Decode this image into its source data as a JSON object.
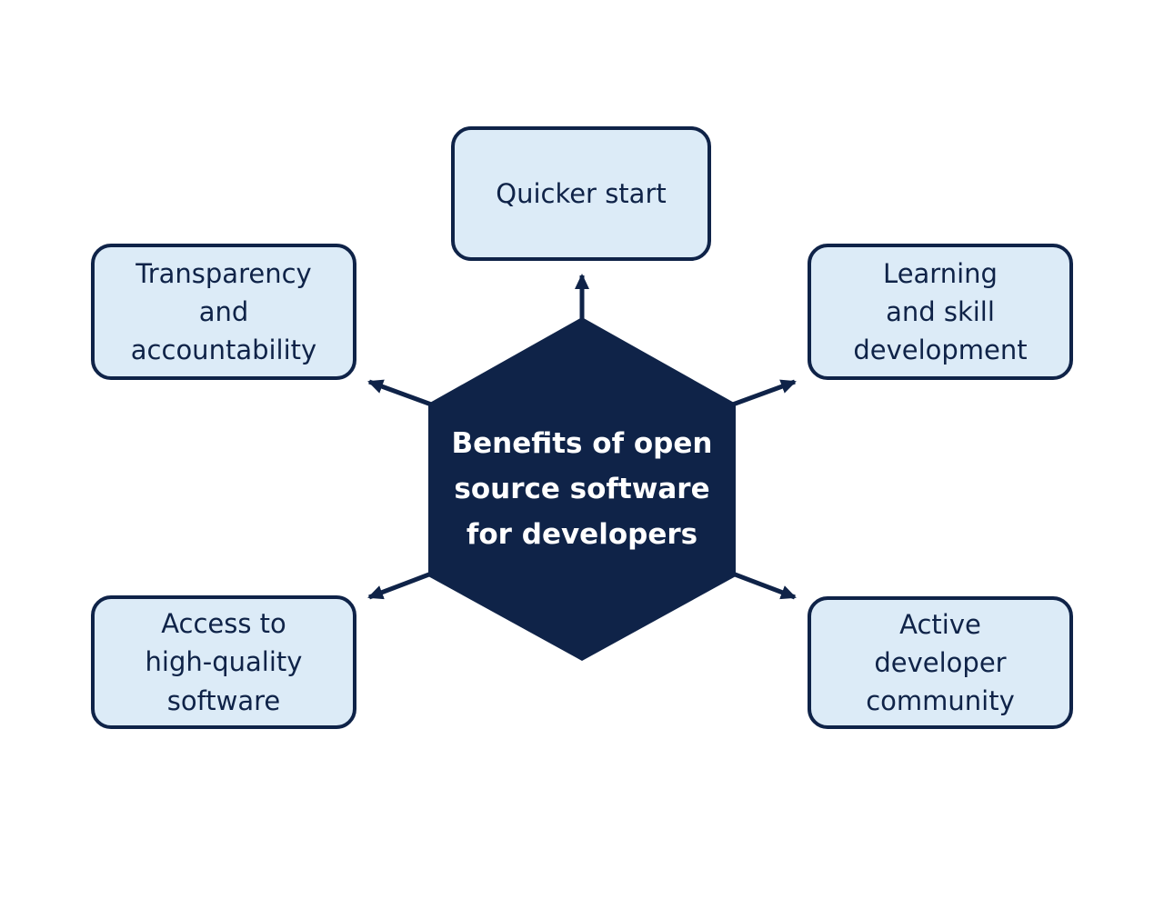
{
  "title": "Benefits of open source software for developers",
  "colors": {
    "navy": "#0f2348",
    "light_blue": "#dcebf7",
    "text_on_dark": "#ffffff",
    "background": "#ffffff"
  },
  "diagram": {
    "type": "radial-hexagon",
    "center": {
      "shape": "hexagon",
      "text": "Benefits of open\nsource software\nfor developers"
    },
    "nodes": [
      {
        "id": "quicker-start",
        "position": "top",
        "text": "Quicker start"
      },
      {
        "id": "transparency-and-accountability",
        "position": "upper-left",
        "text": "Transparency\nand\naccountability"
      },
      {
        "id": "learning-and-skill-development",
        "position": "upper-right",
        "text": "Learning\nand skill\ndevelopment"
      },
      {
        "id": "access-to-high-quality-software",
        "position": "lower-left",
        "text": "Access to\nhigh-quality\nsoftware"
      },
      {
        "id": "active-developer-community",
        "position": "lower-right",
        "text": "Active\ndeveloper\ncommunity"
      }
    ]
  }
}
